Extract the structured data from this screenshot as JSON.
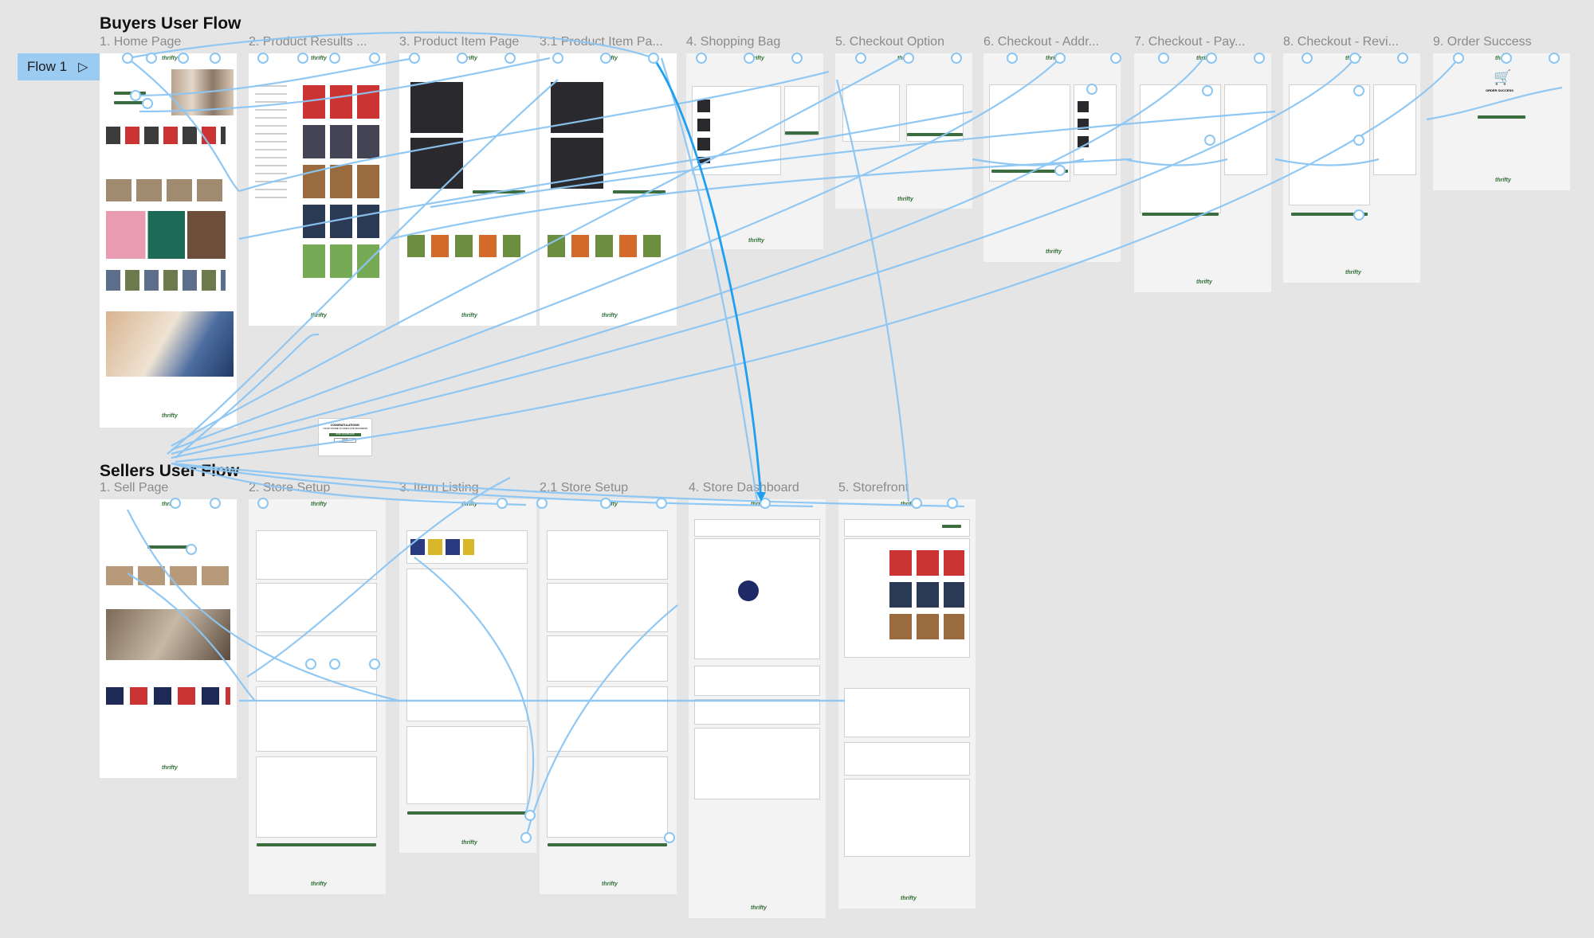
{
  "buyers_title": "Buyers User Flow",
  "sellers_title": "Sellers User Flow",
  "flow_badge": "Flow 1",
  "buyer_frames": [
    "1. Home Page",
    "2. Product Results ...",
    "3. Product Item Page",
    "3.1 Product Item Pa...",
    "4. Shopping Bag",
    "5. Checkout Option",
    "6. Checkout - Addr...",
    "7. Checkout - Pay...",
    "8. Checkout - Revi...",
    "9. Order Success"
  ],
  "seller_frames": [
    "1. Sell Page",
    "2. Store Setup",
    "3. Item Listing",
    "2.1 Store Setup",
    "4. Store Dashboard",
    "5. Storefront"
  ],
  "brand": "thrifty",
  "dialog": {
    "title": "CONGRATULATIONS!",
    "subtitle": "YOUR STORE IS OPEN FOR BUSINESS",
    "button": "OPEN DASHBOARD",
    "button2": "DONE"
  },
  "order_success_text": "ORDER SUCCESS",
  "colors": {
    "canvas": "#e5e5e5",
    "arrow": "#5aaef0",
    "brand_green": "#3b6e3f",
    "badge": "#9ccbf2"
  }
}
